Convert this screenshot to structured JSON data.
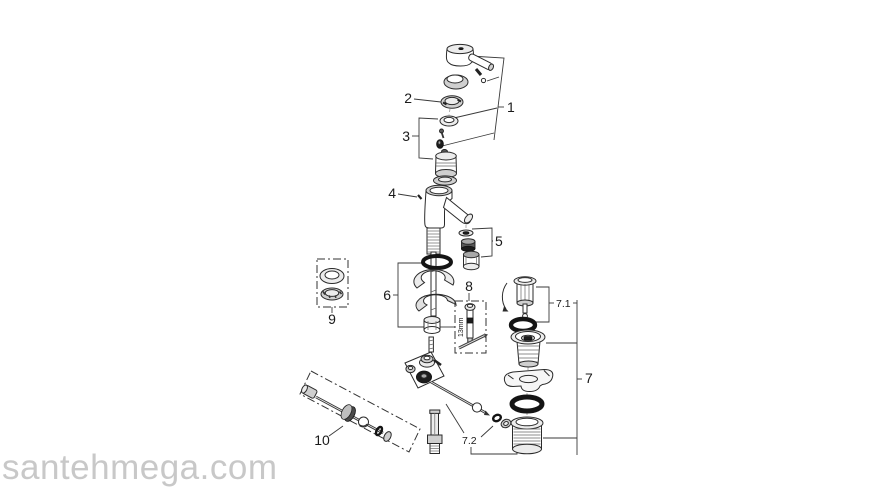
{
  "watermark": {
    "text": "santehmega.com"
  },
  "diagram": {
    "type": "exploded-parts-diagram",
    "subject": "single-lever basin mixer faucet with pop-up waste",
    "part_labels": {
      "p1": "1",
      "p2": "2",
      "p3": "3",
      "p4": "4",
      "p5": "5",
      "p6": "6",
      "p7": "7",
      "p7_1": "7.1",
      "p7_2": "7.2",
      "p8": "8",
      "p9": "9",
      "p10": "10"
    },
    "annotations": {
      "tool_size": "13mm"
    },
    "colors": {
      "line": "#2b2b2b",
      "label_text": "#1a1a1a",
      "watermark": "#c8c8c8",
      "oring_black": "#141414",
      "shade_light": "#ececec",
      "shade_mid": "#cfcfcf",
      "background": "#ffffff"
    }
  }
}
